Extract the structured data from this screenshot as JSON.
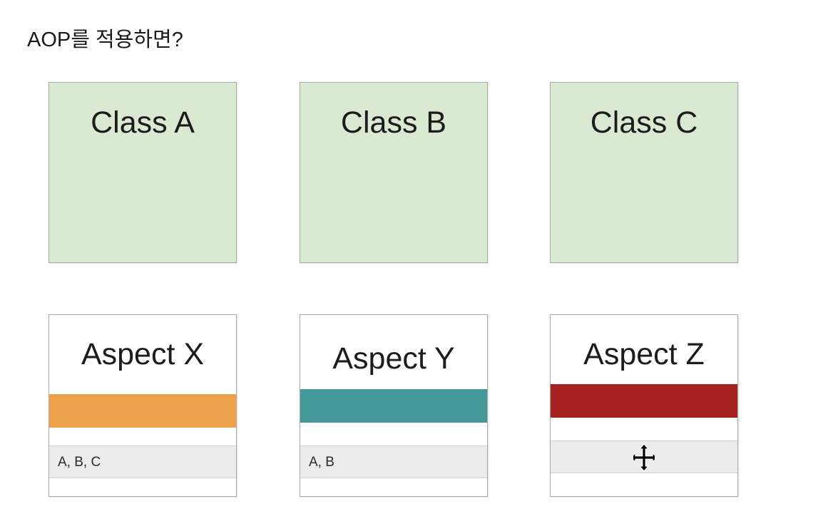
{
  "title": "AOP를 적용하면?",
  "classes": [
    {
      "label": "Class A"
    },
    {
      "label": "Class B"
    },
    {
      "label": "Class C"
    }
  ],
  "aspects": [
    {
      "name": "Aspect X",
      "color": "#eda34b",
      "targets": "A, B, C"
    },
    {
      "name": "Aspect Y",
      "color": "#44989a",
      "targets": "A, B"
    },
    {
      "name": "Aspect Z",
      "color": "#a62220",
      "targets": ""
    }
  ],
  "icons": {
    "cursor": "move-cursor-icon"
  }
}
